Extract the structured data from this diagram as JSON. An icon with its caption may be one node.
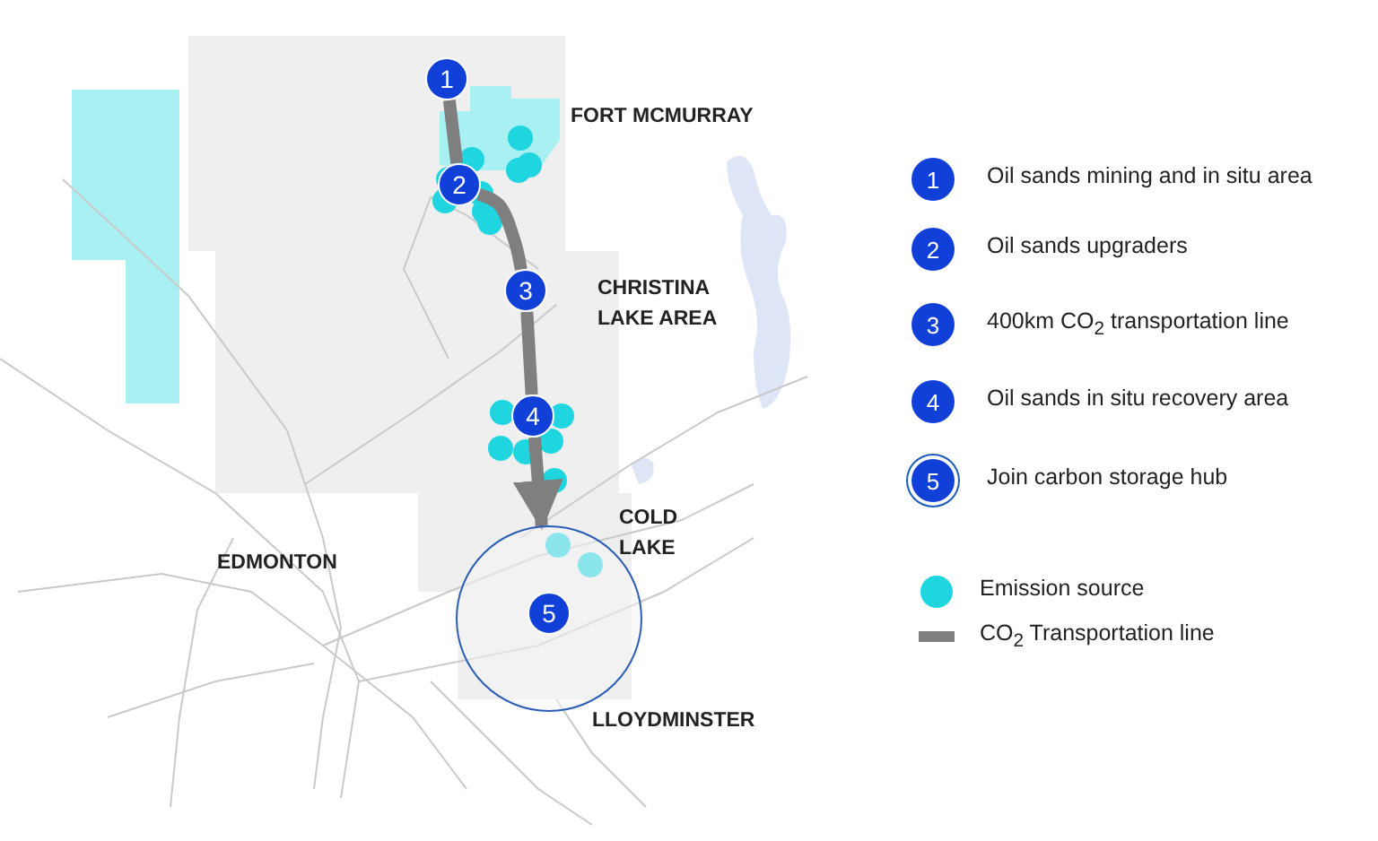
{
  "diagram": {
    "nodes": [
      {
        "text": [
          "1"
        ]
      },
      {
        "text": [
          "2"
        ]
      },
      {
        "text": [
          "3"
        ]
      },
      {
        "text": [
          "4"
        ]
      },
      {
        "text": [],
        "shape": "circle"
      },
      {
        "text": [
          "5"
        ],
        "in": 4
      }
    ],
    "edges": [
      {
        "from": 0,
        "to": 1,
        "arrow": "none"
      },
      {
        "from": 1,
        "to": 2,
        "arrow": "none"
      },
      {
        "from": 2,
        "to": 3,
        "arrow": "none"
      },
      {
        "from": 3,
        "to": 4,
        "arrow": "to"
      }
    ],
    "labels": [
      "FORT MCMURRAY",
      "CHRISTINA LAKE AREA",
      "COLD LAKE",
      "EDMONTON",
      "LLOYDMINSTER",
      "1",
      "2",
      "3",
      "4",
      "5"
    ],
    "legend": [
      {
        "text": "Oil sands mining and in situ area"
      },
      {
        "text": "Oil sands upgraders"
      },
      {
        "text": "400km CO$_{2}$ transportation line"
      },
      {
        "text": "Oil sands in situ recovery area"
      },
      {
        "text": "Join carbon storage hub"
      },
      {
        "text": "Emission source",
        "color": "#1fd6e0"
      },
      {
        "text": "CO$_{2}$ Transportation line"
      }
    ]
  }
}
